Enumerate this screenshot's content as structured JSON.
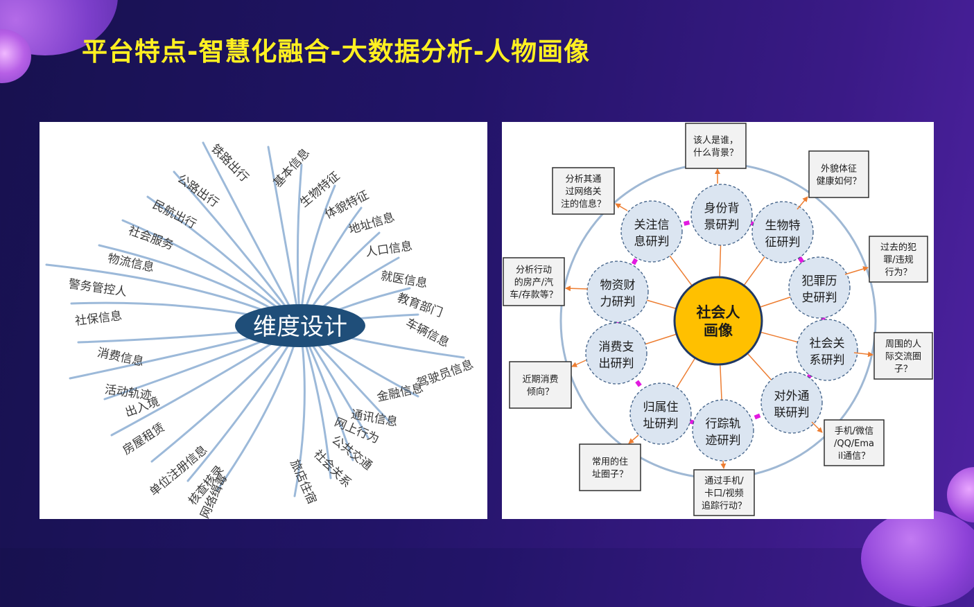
{
  "slide": {
    "title": "平台特点-智慧化融合-大数据分析-人物画像"
  },
  "left_diagram": {
    "center": "维度设计",
    "labels": [
      "铁路出行",
      "公路出行",
      "民航出行",
      "社会服务",
      "物流信息",
      "警务管控人",
      "社保信息",
      "基本信息",
      "生物特征",
      "体貌特征",
      "地址信息",
      "人口信息",
      "就医信息",
      "教育部门",
      "车辆信息",
      "消费信息",
      "活动轨迹",
      "出入境",
      "房屋租赁",
      "单位注册信息",
      "核查核录",
      "网络缉毒",
      "旅店住宿",
      "社会关系",
      "公共交通",
      "网上行为",
      "通讯信息",
      "金融信息",
      "驾驶员信息"
    ]
  },
  "right_diagram": {
    "center": [
      "社会人",
      "画像"
    ],
    "nodes": [
      [
        "身份背",
        "景研判"
      ],
      [
        "生物特",
        "征研判"
      ],
      [
        "犯罪历",
        "史研判"
      ],
      [
        "社会关",
        "系研判"
      ],
      [
        "对外通",
        "联研判"
      ],
      [
        "行踪轨",
        "迹研判"
      ],
      [
        "归属住",
        "址研判"
      ],
      [
        "消费支",
        "出研判"
      ],
      [
        "物资财",
        "力研判"
      ],
      [
        "关注信",
        "息研判"
      ]
    ],
    "boxes": [
      [
        "该人是谁，",
        "什么背景？"
      ],
      [
        "外貌体征",
        "健康如何？"
      ],
      [
        "过去的犯",
        "罪/违规",
        "行为？"
      ],
      [
        "周围的人",
        "际交流圈",
        "子？"
      ],
      [
        "手机/微信",
        "/QQ/Ema",
        "il通信？"
      ],
      [
        "通过手机/",
        "卡口/视频",
        "追踪行动？"
      ],
      [
        "常用的住",
        "址圈子？"
      ],
      [
        "近期消费",
        "倾向？"
      ],
      [
        "分析行动",
        "的房产/汽",
        "车/存款等？"
      ],
      [
        "分析其通",
        "过网络关",
        "注的信息？"
      ]
    ]
  },
  "colors": {
    "title": "#fff021",
    "left_center_fill": "#1f4e79",
    "left_curve": "#9cb9d9",
    "ring": "#9fb8d4",
    "node_fill": "#dbe5f1",
    "center_fill": "#ffc000",
    "spoke": "#ed7d31",
    "ring_mark": "#e21ae0",
    "box_fill": "#f2f2f2"
  }
}
